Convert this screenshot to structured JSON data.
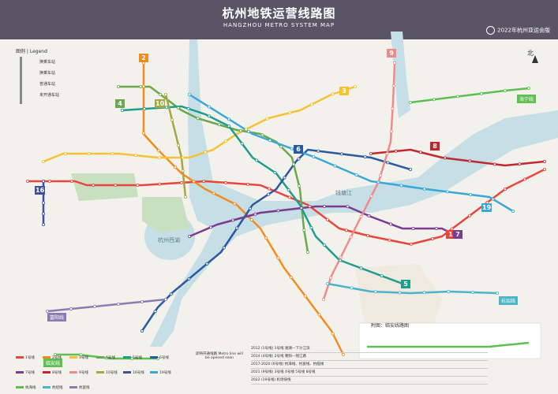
{
  "header": {
    "title_cn": "杭州地铁运营线路图",
    "title_en": "HANGZHOU METRO SYSTEM MAP",
    "edition": "2022年杭州亚运会版"
  },
  "legend": {
    "title": "图例 | Legend",
    "items": [
      "换乘车站",
      "换乘车站",
      "普通车站",
      "未开通车站"
    ]
  },
  "colors": {
    "line1": "#e8463c",
    "line2": "#f28c1e",
    "line3": "#f4c233",
    "line4": "#6aa94b",
    "line5": "#1e9c8c",
    "line6": "#2c5aa0",
    "line7": "#7a3c8f",
    "line8": "#c0282e",
    "line9": "#f08a8a",
    "line10": "#a5a83c",
    "line16": "#3d4f9e",
    "line19": "#39a8d8",
    "line_hh": "#5fbf52",
    "line_sx": "#4cb4c6",
    "line_hn": "#8a7cb3",
    "water": "#c6dfe7",
    "land": "#ffffff",
    "green": "#c9e0c0"
  },
  "line_badges": [
    {
      "id": "2",
      "color": "#f28c1e"
    },
    {
      "id": "4",
      "color": "#6aa94b"
    },
    {
      "id": "10",
      "color": "#a5a83c"
    },
    {
      "id": "9",
      "color": "#f08a8a"
    },
    {
      "id": "3",
      "color": "#f4c233"
    },
    {
      "id": "6",
      "color": "#2c5aa0"
    },
    {
      "id": "8",
      "color": "#c0282e"
    },
    {
      "id": "1",
      "color": "#e8463c"
    },
    {
      "id": "7",
      "color": "#7a3c8f"
    },
    {
      "id": "5",
      "color": "#1e9c8c"
    },
    {
      "id": "16",
      "color": "#3d4f9e"
    },
    {
      "id": "19",
      "color": "#39a8d8"
    }
  ],
  "labels": {
    "xihu": "西湖",
    "xihu2": "杭州西湖",
    "qiantang": "钱塘江",
    "fudao": "附图：临安线路图",
    "haining": "海宁线",
    "hangshao": "杭绍线",
    "fuyang": "富阳线",
    "linan": "临安线"
  },
  "bottom_legend": [
    "1号线",
    "2号线",
    "3号线",
    "4号线",
    "5号线",
    "6号线",
    "7号线",
    "8号线",
    "9号线",
    "10号线",
    "16号线",
    "19号线",
    "杭海线",
    "杭绍线",
    "杭富线"
  ],
  "note": "即将开通线路 Metro line will be opened soon",
  "timeline": [
    "2012 (1号线) 1号线 湘湖—下沙江滨",
    "2014 (4号线) 2号线 朝阳—钱江路",
    "2017-2020 (6号线) 杭海线、杭富线、杭临线",
    "2021 (9号线) 3号线 4号线 5号线 8号线",
    "2022 (19号线) 机场快线"
  ]
}
